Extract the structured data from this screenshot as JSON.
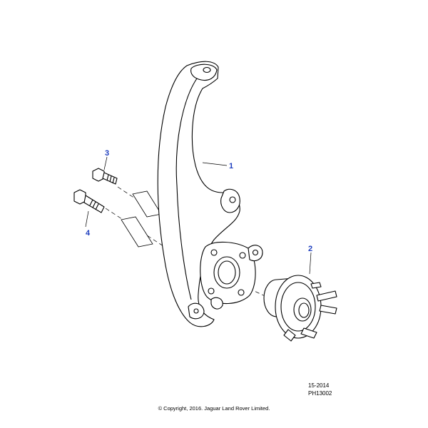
{
  "callouts": {
    "knuckle": "1",
    "hub": "2",
    "upper_bolt": "3",
    "lower_bolt": "4"
  },
  "footer": {
    "date_code": "15-2014",
    "illustration_id": "PH13002",
    "copyright": "© Copyright, 2016. Jaguar Land Rover Limited."
  },
  "colors": {
    "line": "#000000",
    "callout": "#1f3fbf",
    "background": "#ffffff"
  }
}
